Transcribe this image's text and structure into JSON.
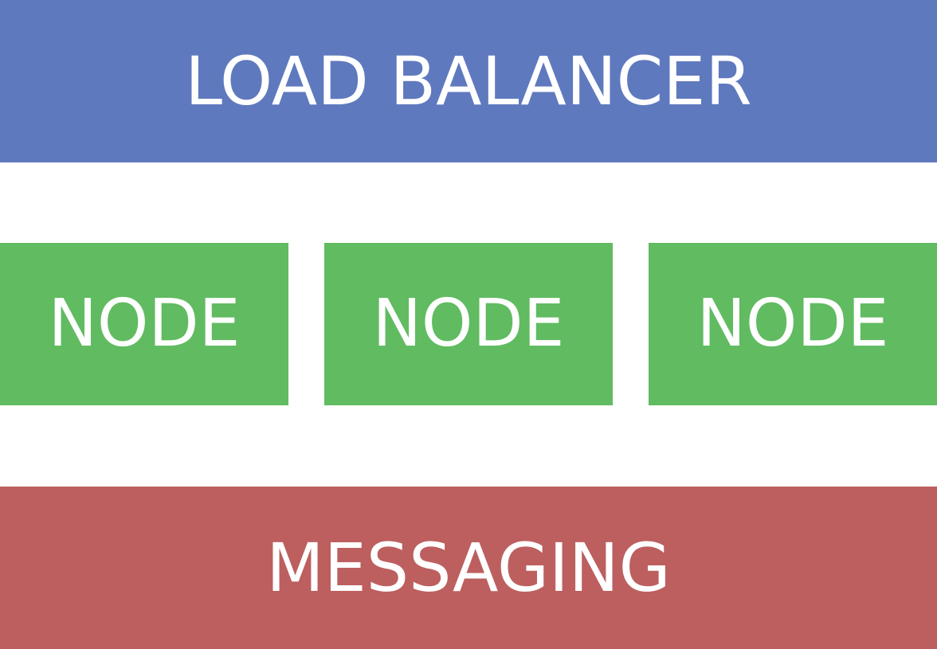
{
  "diagram": {
    "load_balancer": {
      "label": "LOAD BALANCER",
      "color": "#5f79be"
    },
    "nodes": [
      {
        "label": "NODE",
        "color": "#61bb61"
      },
      {
        "label": "NODE",
        "color": "#61bb61"
      },
      {
        "label": "NODE",
        "color": "#61bb61"
      }
    ],
    "messaging": {
      "label": "MESSAGING",
      "color": "#bd5f5f"
    }
  }
}
